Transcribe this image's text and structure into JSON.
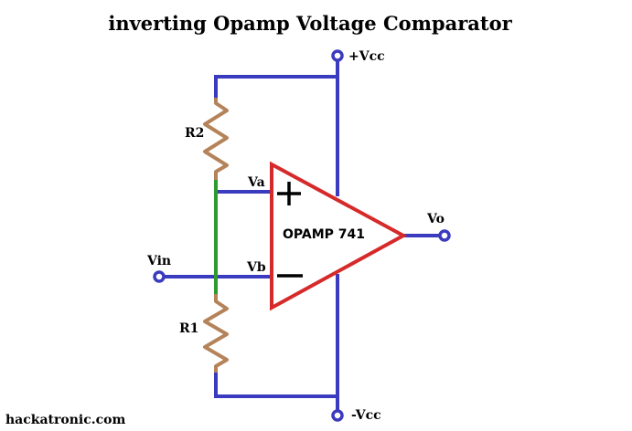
{
  "title": "inverting Opamp Voltage Comparator",
  "labels": {
    "pos_supply": "+Vcc",
    "neg_supply": "-Vcc",
    "r2": "R2",
    "r1": "R1",
    "va": "Va",
    "vb": "Vb",
    "vin": "Vin",
    "vo": "Vo",
    "opamp": "OPAMP 741"
  },
  "watermark": "hackatronic.com",
  "colors": {
    "wire": "#3b3bbf",
    "divider_wire": "#2e9b2e",
    "resistor": "#b5835a",
    "opamp": "#d62a2a",
    "terminal": "#3b3bbf",
    "text": "#000000"
  }
}
